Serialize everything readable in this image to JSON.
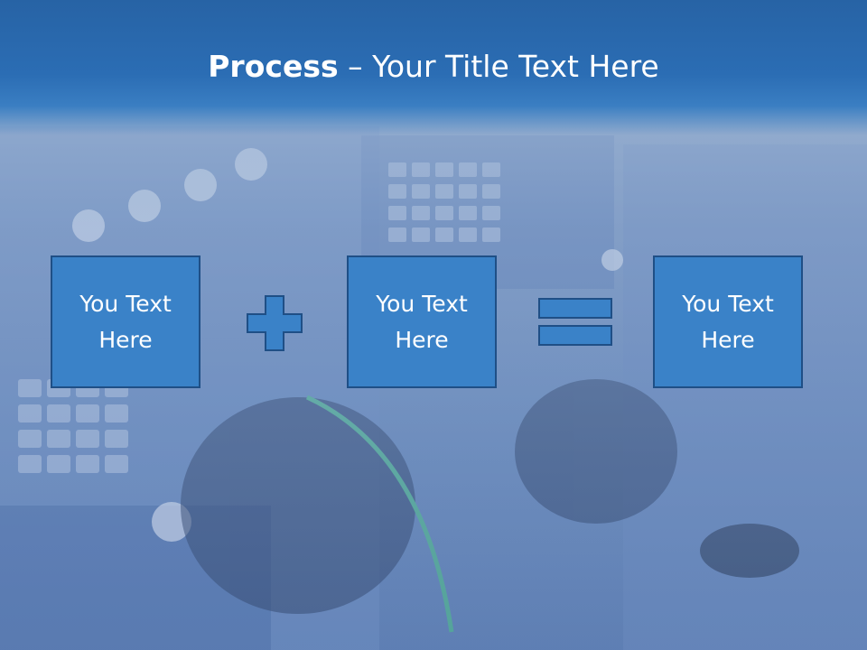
{
  "slide": {
    "title_bold": "Process",
    "title_rest": " – Your Title Text Here",
    "boxes": [
      {
        "line1": "You Text",
        "line2": "Here"
      },
      {
        "line1": "You Text",
        "line2": "Here"
      },
      {
        "line1": "You Text",
        "line2": "Here"
      }
    ],
    "operators": [
      "plus-icon",
      "equals-icon"
    ]
  },
  "colors": {
    "title_band": "#2b6db4",
    "box_fill": "#3a82c8",
    "box_border": "#1f4f86",
    "text": "#ffffff"
  }
}
